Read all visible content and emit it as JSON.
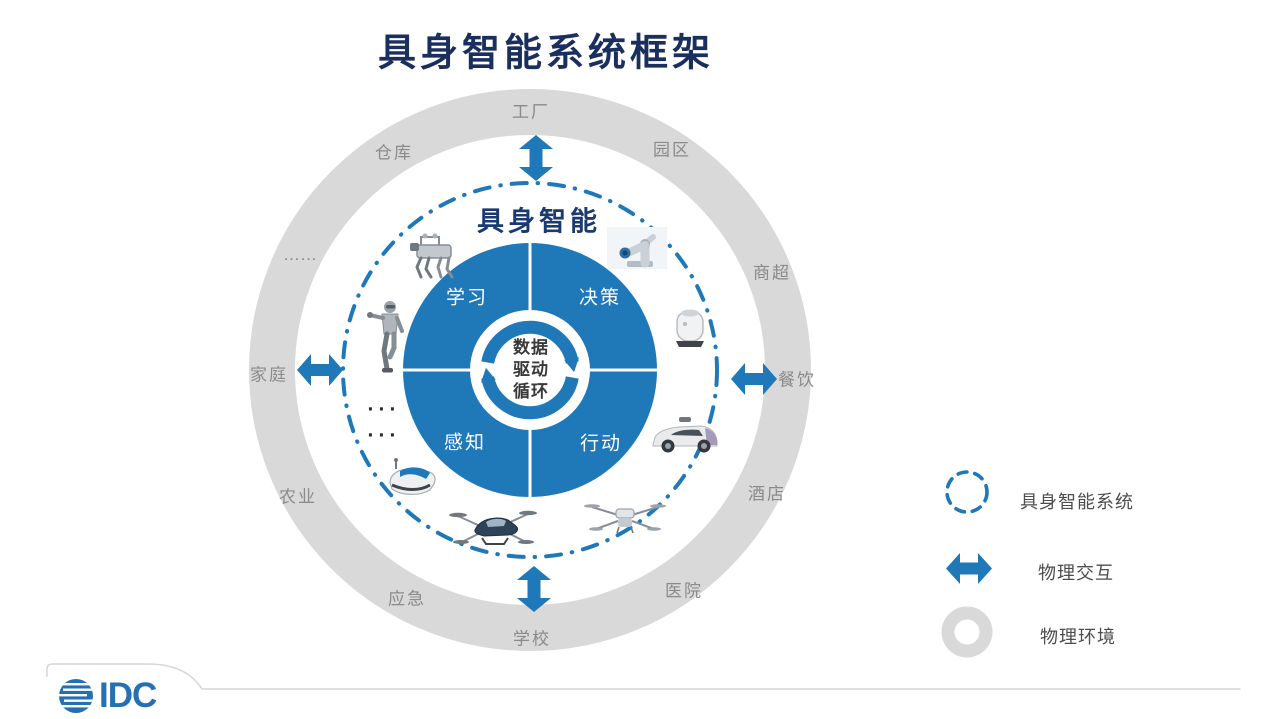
{
  "title": "具身智能系统框架",
  "diagram": {
    "inner_title": "具身智能",
    "quadrants": [
      "学习",
      "决策",
      "感知",
      "行动"
    ],
    "center_cycle": [
      "数据",
      "驱动",
      "循环"
    ],
    "ring_labels": [
      "工厂",
      "园区",
      "商超",
      "餐饮",
      "酒店",
      "医院",
      "学校",
      "应急",
      "农业",
      "家庭",
      "……",
      "仓库"
    ],
    "inner_ellipsis": [
      "···",
      "···"
    ],
    "robot_icons": [
      "quadruped-robot-icon",
      "robotic-arm-icon",
      "humanoid-robot-icon",
      "service-robot-icon",
      "autonomous-car-icon",
      "delivery-robot-icon",
      "flying-car-icon",
      "agricultural-drone-icon"
    ],
    "interaction_arrow_icons": [
      "double-arrow-up-down",
      "double-arrow-left-right"
    ]
  },
  "legend": {
    "items": [
      {
        "icon": "dashed-circle-icon",
        "label": "具身智能系统"
      },
      {
        "icon": "double-arrow-icon",
        "label": "物理交互"
      },
      {
        "icon": "gray-ring-icon",
        "label": "物理环境"
      }
    ]
  },
  "footer": {
    "logo": "IDC"
  },
  "colors": {
    "primary_blue": "#1f78b8",
    "title_navy": "#1a2f5e",
    "ring_gray": "#d9d9d9",
    "ring_label_gray": "#8a8a8a",
    "idc_blue": "#2470b3"
  }
}
